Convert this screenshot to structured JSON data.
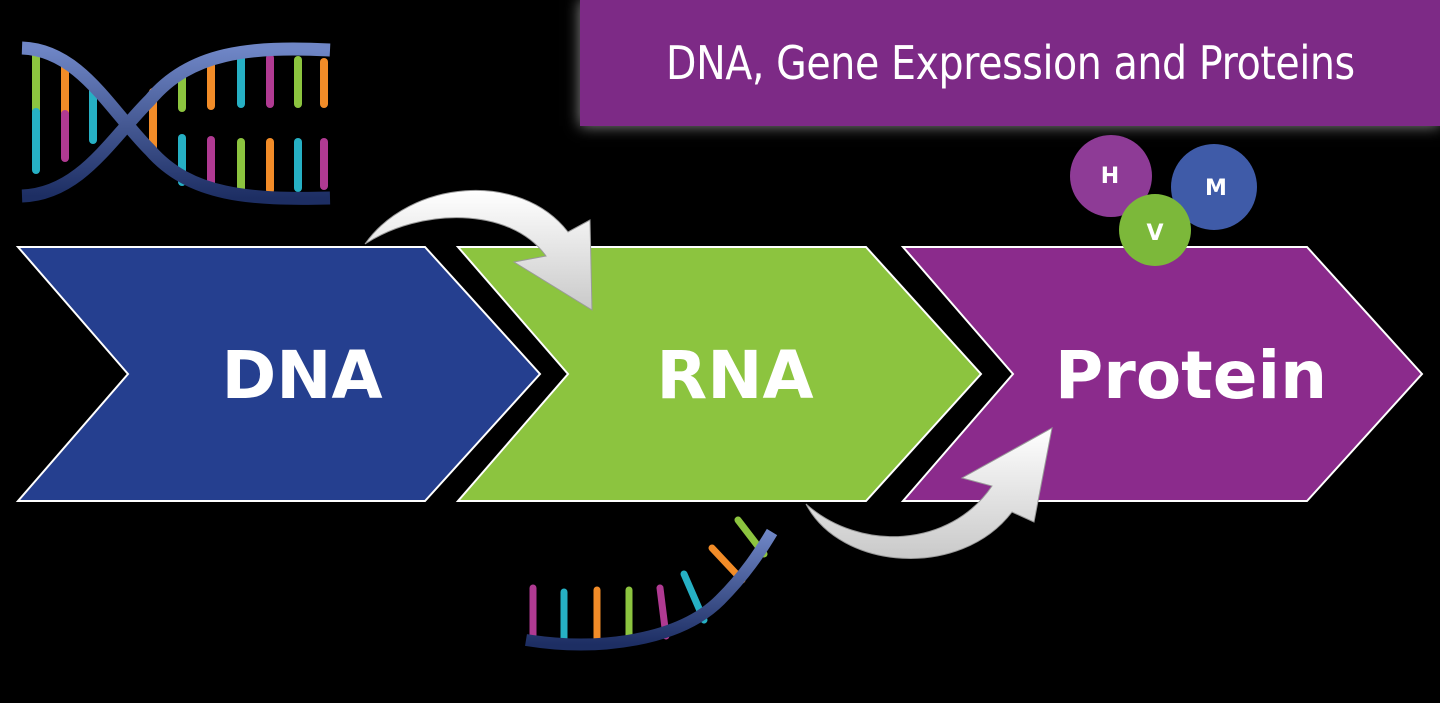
{
  "title": "DNA, Gene Expression and Proteins",
  "steps": [
    {
      "label": "DNA",
      "color": "#253f8f"
    },
    {
      "label": "RNA",
      "color": "#8cc43f"
    },
    {
      "label": "Protein",
      "color": "#8b2b8c"
    }
  ],
  "bubbles": [
    {
      "label": "H",
      "color": "#8e3b96"
    },
    {
      "label": "M",
      "color": "#3f5ba8"
    },
    {
      "label": "V",
      "color": "#7cb83a"
    }
  ],
  "colors": {
    "background": "#000000",
    "banner": "#7d2a86",
    "arrow": "#ffffff"
  }
}
